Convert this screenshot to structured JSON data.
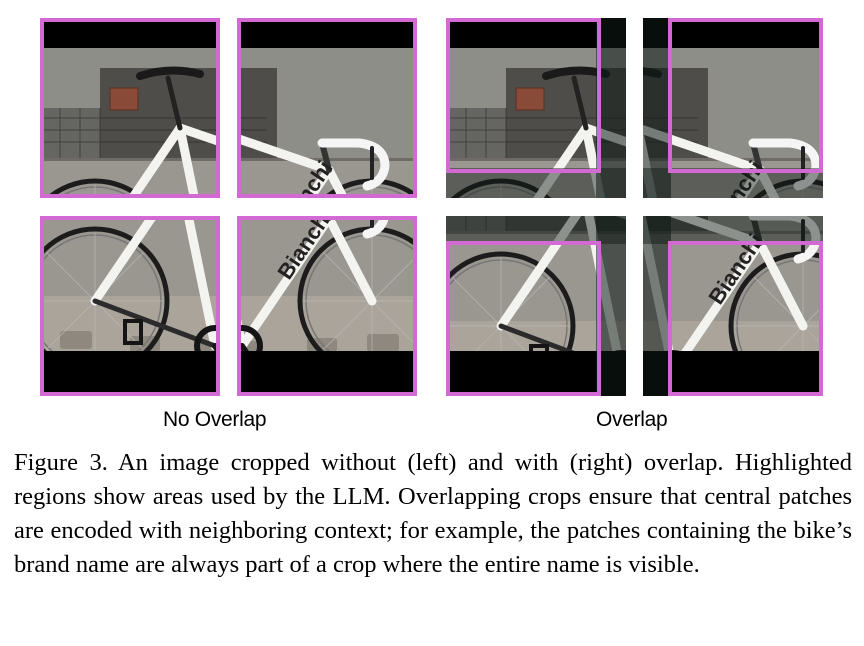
{
  "labels": {
    "left": "No Overlap",
    "right": "Overlap"
  },
  "caption": {
    "text": "Figure 3.  An image cropped without (left) and with (right) overlap. Highlighted regions show areas used by the LLM. Overlapping crops ensure that central patches are encoded with neighboring context; for example, the patches containing the bike’s brand name are always part of a crop where the entire name is visible."
  },
  "brand_text": "Bianchi",
  "colors": {
    "highlight": "#d36ad3",
    "padding": "#000000",
    "wall": "#8d8d87",
    "pavement": "#a9a39a",
    "frame": "#f4f4f2"
  }
}
